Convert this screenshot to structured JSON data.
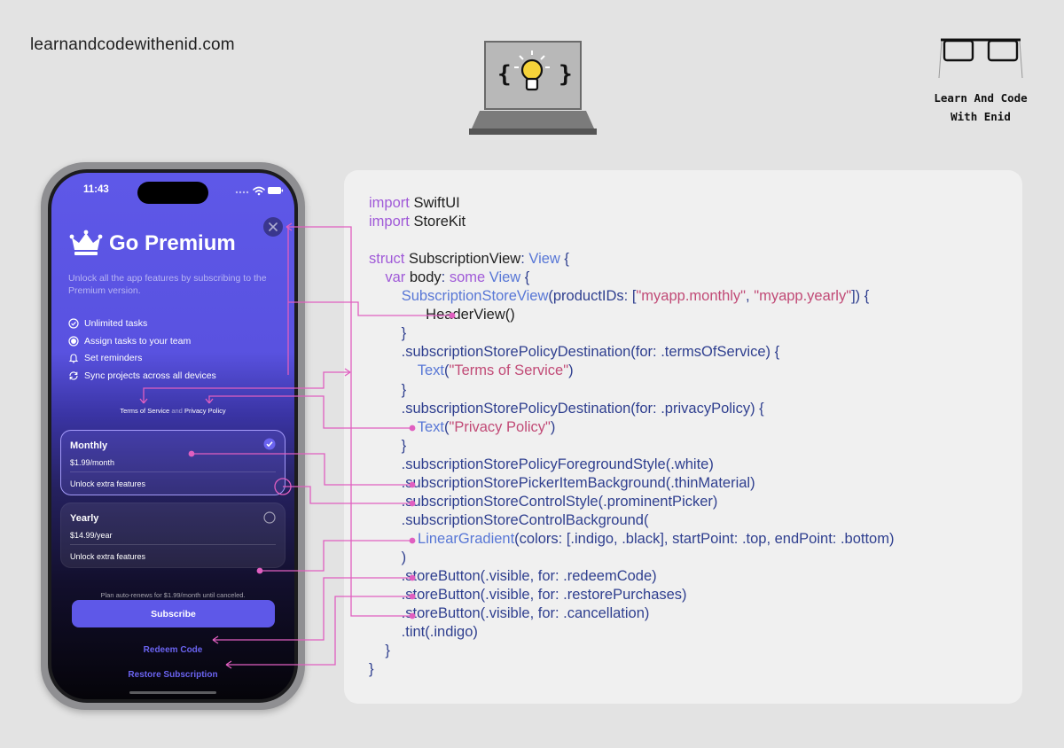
{
  "branding": {
    "site": "learnandcodewithenid.com",
    "line1": "Learn And Code",
    "line2": "With Enid"
  },
  "phone": {
    "time": "11:43",
    "title": "Go Premium",
    "subtitle": "Unlock all the app features by subscribing to the Premium version.",
    "features": [
      {
        "label": "Unlimited tasks",
        "icon": "checkmark-circle-icon"
      },
      {
        "label": "Assign tasks to your team",
        "icon": "record-circle-icon"
      },
      {
        "label": "Set reminders",
        "icon": "bell-icon"
      },
      {
        "label": "Sync projects across all devices",
        "icon": "sync-icon"
      }
    ],
    "policy": {
      "terms": "Terms of Service",
      "and": "and",
      "privacy": "Privacy Policy"
    },
    "plans": [
      {
        "name": "Monthly",
        "price": "$1.99/month",
        "feature": "Unlock extra features",
        "selected": true
      },
      {
        "name": "Yearly",
        "price": "$14.99/year",
        "feature": "Unlock extra features",
        "selected": false
      }
    ],
    "autorenew": "Plan auto-renews for $1.99/month until canceled.",
    "subscribe": "Subscribe",
    "redeem": "Redeem Code",
    "restore": "Restore Subscription"
  },
  "code": [
    [
      [
        "kw",
        "import "
      ],
      [
        "pl",
        "SwiftUI"
      ]
    ],
    [
      [
        "kw",
        "import "
      ],
      [
        "pl",
        "StoreKit"
      ]
    ],
    [],
    [
      [
        "kw",
        "struct "
      ],
      [
        "pl",
        "SubscriptionView"
      ],
      [
        "id",
        ": "
      ],
      [
        "ty",
        "View"
      ],
      [
        "id",
        " {"
      ]
    ],
    [
      [
        "pl",
        "    "
      ],
      [
        "kw",
        "var "
      ],
      [
        "pl",
        "body"
      ],
      [
        "id",
        ": "
      ],
      [
        "kw",
        "some "
      ],
      [
        "ty",
        "View"
      ],
      [
        "id",
        " {"
      ]
    ],
    [
      [
        "pl",
        "        "
      ],
      [
        "ty",
        "SubscriptionStoreView"
      ],
      [
        "id",
        "(productIDs: ["
      ],
      [
        "st",
        "\"myapp.monthly\""
      ],
      [
        "id",
        ", "
      ],
      [
        "st",
        "\"myapp.yearly\""
      ],
      [
        "id",
        "]) {"
      ]
    ],
    [
      [
        "pl",
        "              HeaderView()"
      ]
    ],
    [
      [
        "id",
        "        }"
      ]
    ],
    [
      [
        "id",
        "        .subscriptionStorePolicyDestination(for: .termsOfService) {"
      ]
    ],
    [
      [
        "pl",
        "            "
      ],
      [
        "ty",
        "Text"
      ],
      [
        "id",
        "("
      ],
      [
        "st",
        "\"Terms of Service\""
      ],
      [
        "id",
        ")"
      ]
    ],
    [
      [
        "id",
        "        }"
      ]
    ],
    [
      [
        "id",
        "        .subscriptionStorePolicyDestination(for: .privacyPolicy) {"
      ]
    ],
    [
      [
        "pl",
        "            "
      ],
      [
        "ty",
        "Text"
      ],
      [
        "id",
        "("
      ],
      [
        "st",
        "\"Privacy Policy\""
      ],
      [
        "id",
        ")"
      ]
    ],
    [
      [
        "id",
        "        }"
      ]
    ],
    [
      [
        "id",
        "        .subscriptionStorePolicyForegroundStyle(.white)"
      ]
    ],
    [
      [
        "id",
        "        .subscriptionStorePickerItemBackground(.thinMaterial)"
      ]
    ],
    [
      [
        "id",
        "        .subscriptionStoreControlStyle(.prominentPicker)"
      ]
    ],
    [
      [
        "id",
        "        .subscriptionStoreControlBackground("
      ]
    ],
    [
      [
        "pl",
        "            "
      ],
      [
        "ty",
        "LinearGradient"
      ],
      [
        "id",
        "(colors: [.indigo, .black], startPoint: .top, endPoint: .bottom)"
      ]
    ],
    [
      [
        "id",
        "        )"
      ]
    ],
    [
      [
        "id",
        "        .storeButton(.visible, for: .redeemCode)"
      ]
    ],
    [
      [
        "id",
        "        .storeButton(.visible, for: .restorePurchases)"
      ]
    ],
    [
      [
        "id",
        "        .storeButton(.visible, for: .cancellation)"
      ]
    ],
    [
      [
        "id",
        "        .tint(.indigo)"
      ]
    ],
    [
      [
        "id",
        "    }"
      ]
    ],
    [
      [
        "id",
        "}"
      ]
    ]
  ],
  "colors": {
    "accent": "#5e58e8",
    "keyword": "#a05ad8",
    "type": "#5877d6",
    "string": "#c14a76",
    "identifier": "#2f3f8f",
    "connector": "#e05fc0"
  }
}
